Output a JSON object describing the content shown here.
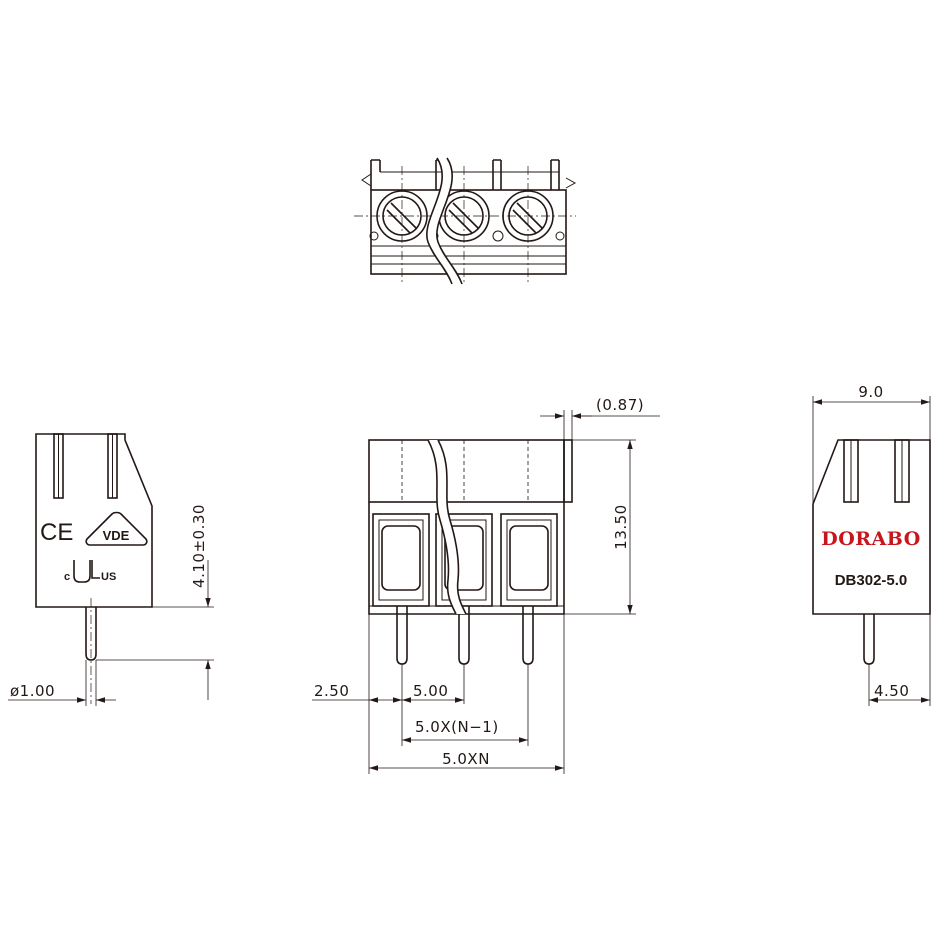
{
  "product": {
    "brand": "DORABO",
    "model": "DB302-5.0"
  },
  "certification_marks": {
    "ce": "CE",
    "vde": "VDE",
    "ul_c": "c",
    "ul_us": "US"
  },
  "dimensions": {
    "pin_diameter": "ø1.00",
    "pin_protrusion": "4.10±0.30",
    "offset_edge": "2.50",
    "pitch": "5.00",
    "pitch_total_n_minus_1": "5.0X(N−1)",
    "overall_length": "5.0XN",
    "height": "13.50",
    "side_offset": "(0.87)",
    "width": "9.0",
    "pin_position": "4.50"
  },
  "colors": {
    "line": "#231815",
    "brand": "#c8161d",
    "background": "#ffffff"
  }
}
